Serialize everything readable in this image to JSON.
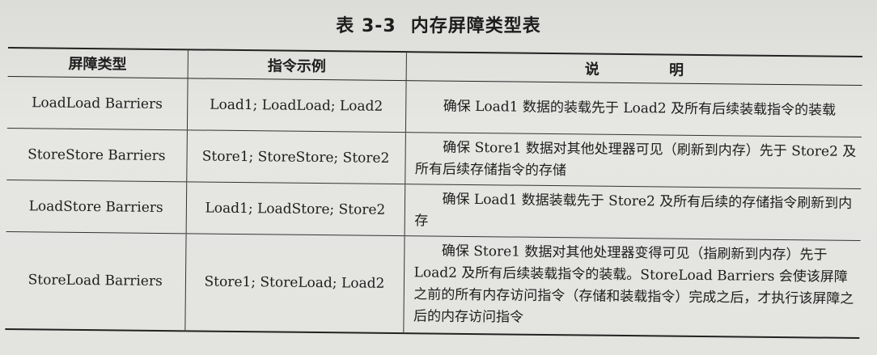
{
  "caption": {
    "number": "表 3-3",
    "title": "内存屏障类型表"
  },
  "table": {
    "headers": [
      "屏障类型",
      "指令示例",
      "说 明"
    ],
    "rows": [
      {
        "type": "LoadLoad Barriers",
        "example": "Load1; LoadLoad; Load2",
        "description": "确保 Load1 数据的装载先于 Load2 及所有后续装载指令的装载"
      },
      {
        "type": "StoreStore Barriers",
        "example": "Store1; StoreStore; Store2",
        "description": "确保 Store1 数据对其他处理器可见（刷新到内存）先于 Store2 及所有后续存储指令的存储"
      },
      {
        "type": "LoadStore Barriers",
        "example": "Load1; LoadStore; Store2",
        "description": "确保 Load1 数据装载先于 Store2 及所有后续的存储指令刷新到内存"
      },
      {
        "type": "StoreLoad Barriers",
        "example": "Store1; StoreLoad; Load2",
        "description": "确保 Store1 数据对其他处理器变得可见（指刷新到内存）先于 Load2 及所有后续装载指令的装载。StoreLoad Barriers 会使该屏障之前的所有内存访问指令（存储和装载指令）完成之后，才执行该屏障之后的内存访问指令"
      }
    ]
  }
}
